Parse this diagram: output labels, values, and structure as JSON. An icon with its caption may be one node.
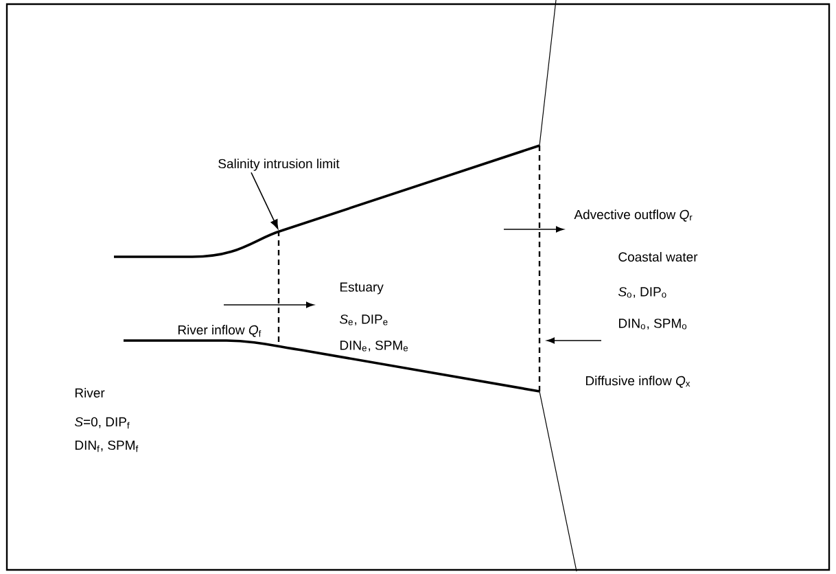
{
  "diagram": {
    "nodes": [
      {
        "text": [
          "Salinity intrusion limit"
        ]
      },
      {
        "text": [],
        "shape": "line"
      }
    ],
    "edges": [
      {
        "from": 0,
        "to": 1,
        "arrow": "to"
      }
    ],
    "labels": [
      "Advective outflow *Q*$_{r}$",
      "Coastal water",
      "River inflow *Q*$_{f}$",
      "Estuary",
      "*S*$_{e}$, DIP$_{e}$",
      "*S*$_{o}$, DIP$_{o}$",
      "DIN$_{e}$, SPM$_{e}$",
      "DIN$_{o}$, SPM$_{o}$",
      "Diffusive inflow *Q*$_{x}$",
      "River",
      "*S*=0, DIP$_{f}$",
      "DIN$_{f}$, SPM$_{f}$"
    ]
  }
}
